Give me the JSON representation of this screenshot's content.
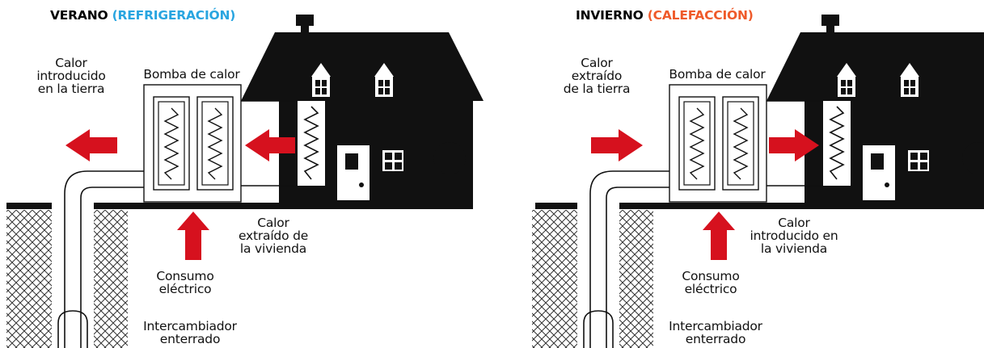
{
  "colors": {
    "summer_accent": "#29a5e0",
    "winter_accent": "#ef5a2a",
    "arrow": "#d6111e",
    "house": "#111111",
    "ground_hatch": "#333333"
  },
  "panels": [
    {
      "season": "VERANO",
      "mode": "(REFRIGERACIÓN)",
      "earth_heat": [
        "Calor",
        "introducido",
        "en la tierra"
      ],
      "pump": "Bomba de calor",
      "home_heat": [
        "Calor",
        "extraído de",
        "la vivienda"
      ],
      "consumption": [
        "Consumo",
        "eléctrico"
      ],
      "exchanger": [
        "Intercambiador",
        "enterrado"
      ],
      "flow_direction": "from house to ground"
    },
    {
      "season": "INVIERNO",
      "mode": "(CALEFACCIÓN)",
      "earth_heat": [
        "Calor",
        "extraído",
        "de la tierra"
      ],
      "pump": "Bomba de calor",
      "home_heat": [
        "Calor",
        "introducido en",
        "la vivienda"
      ],
      "consumption": [
        "Consumo",
        "eléctrico"
      ],
      "exchanger": [
        "Intercambiador",
        "enterrado"
      ],
      "flow_direction": "from ground to house"
    }
  ]
}
